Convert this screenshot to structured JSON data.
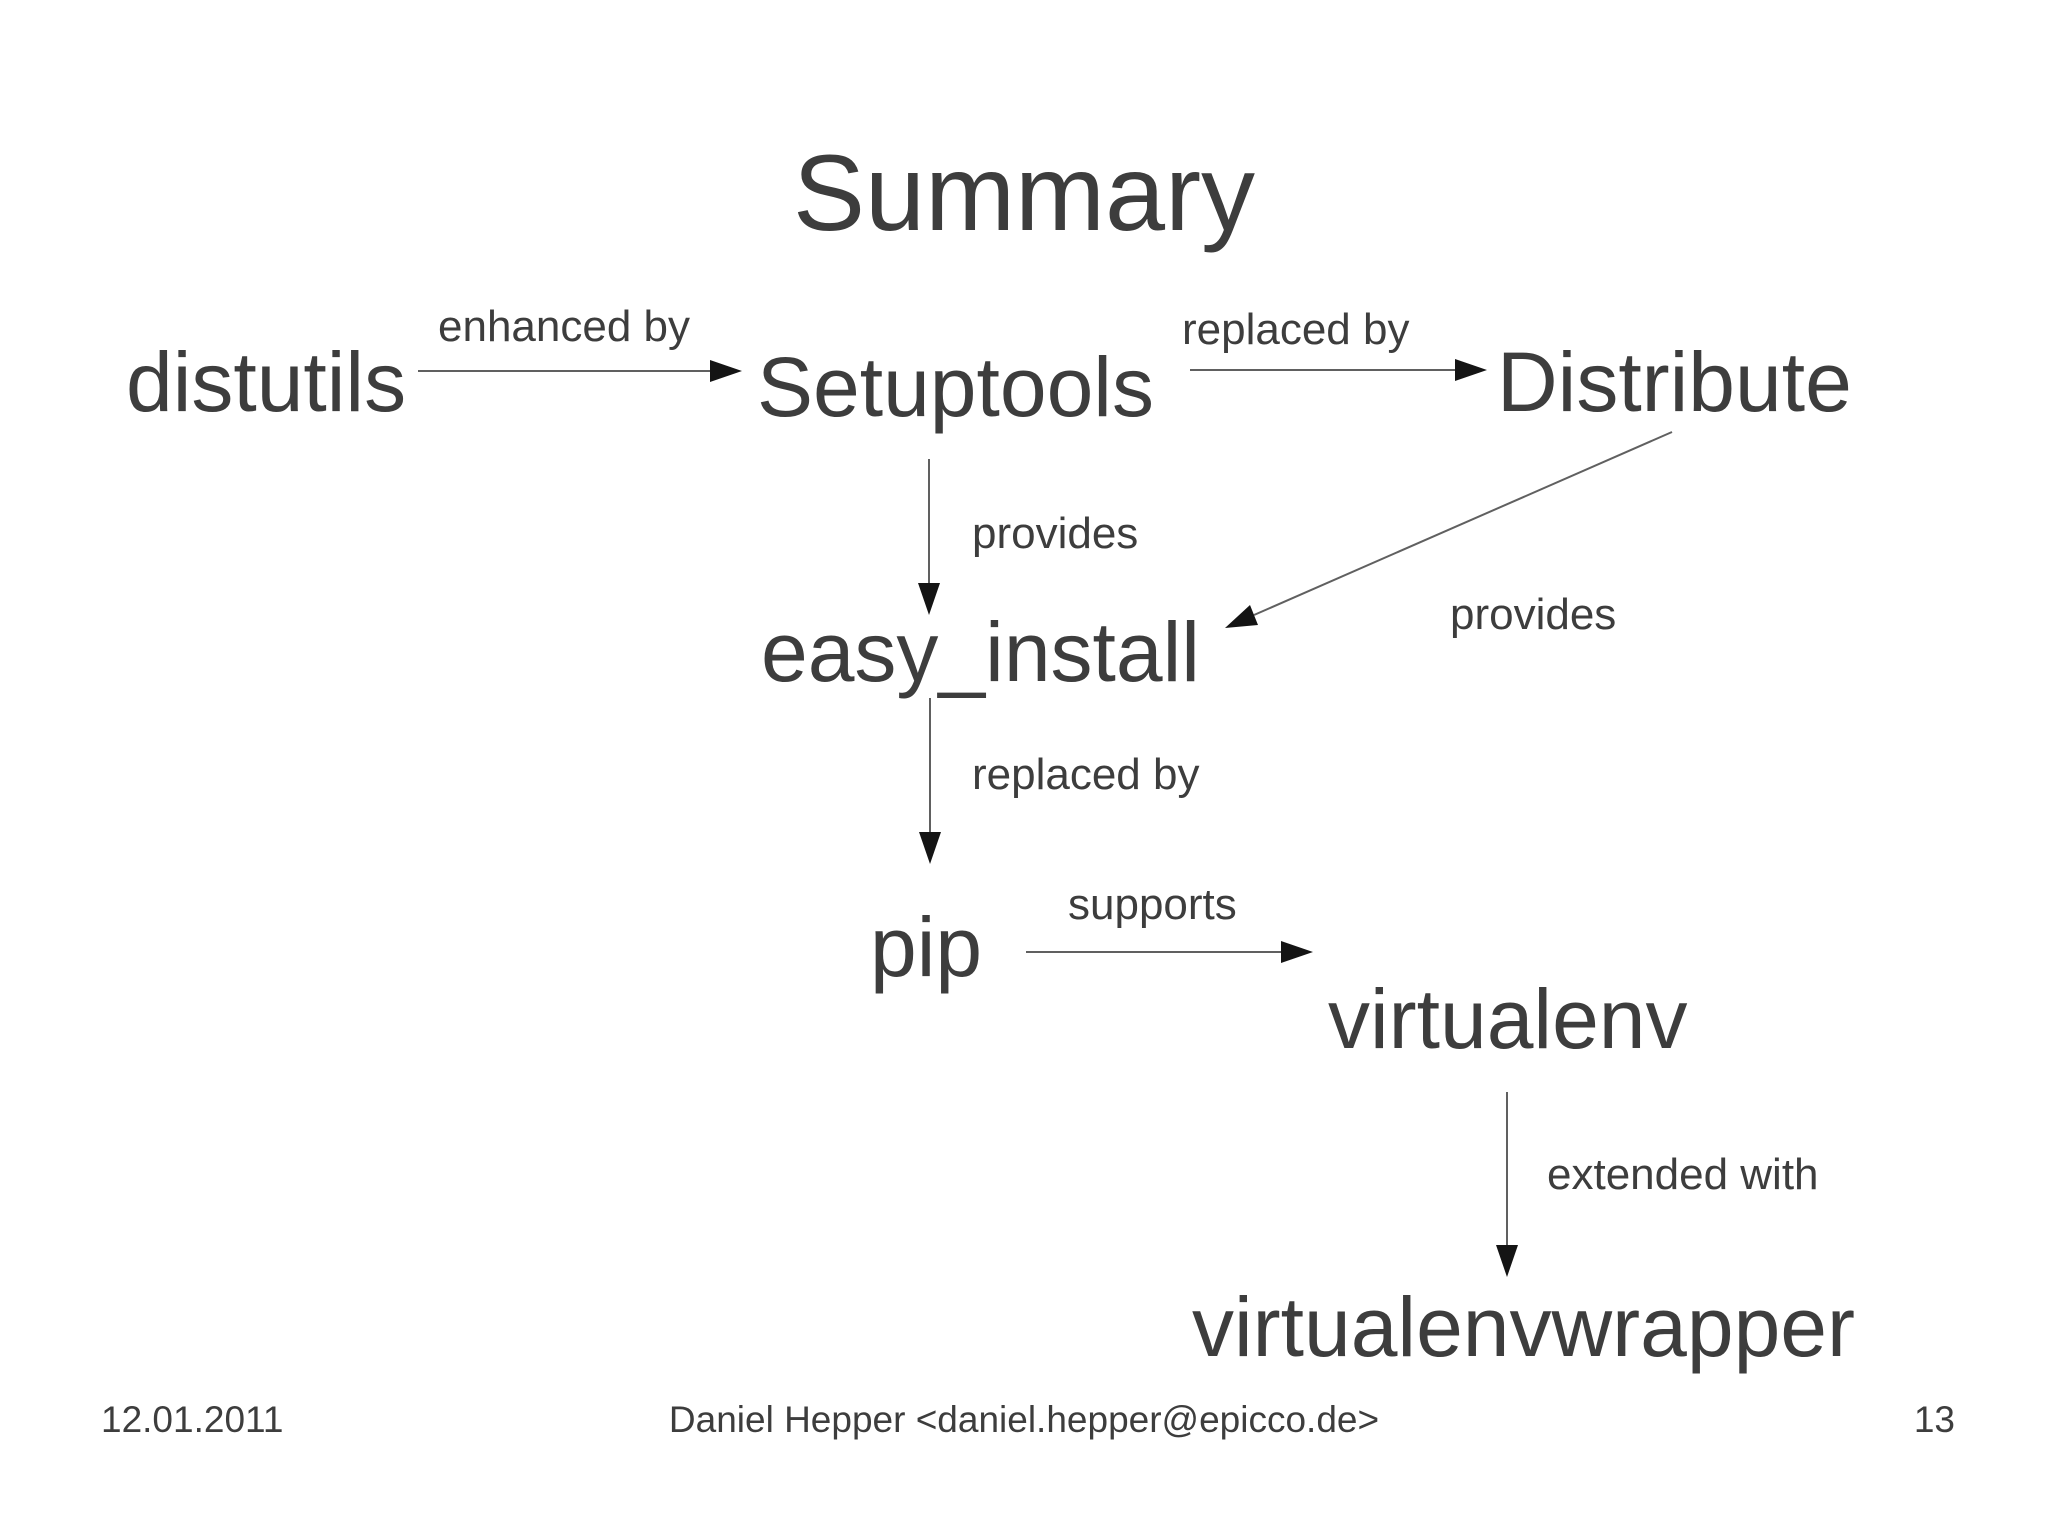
{
  "slide": {
    "title": "Summary",
    "footer": {
      "date": "12.01.2011",
      "author": "Daniel Hepper <daniel.hepper@epicco.de>",
      "page_number": "13"
    }
  },
  "diagram": {
    "nodes": [
      {
        "id": "distutils",
        "label": "distutils"
      },
      {
        "id": "setuptools",
        "label": "Setuptools"
      },
      {
        "id": "distribute",
        "label": "Distribute"
      },
      {
        "id": "easy_install",
        "label": "easy_install"
      },
      {
        "id": "pip",
        "label": "pip"
      },
      {
        "id": "virtualenv",
        "label": "virtualenv"
      },
      {
        "id": "virtualenvwrapper",
        "label": "virtualenvwrapper"
      }
    ],
    "edges": [
      {
        "from": "distutils",
        "to": "setuptools",
        "label": "enhanced by"
      },
      {
        "from": "setuptools",
        "to": "distribute",
        "label": "replaced by"
      },
      {
        "from": "setuptools",
        "to": "easy_install",
        "label": "provides"
      },
      {
        "from": "distribute",
        "to": "easy_install",
        "label": "provides"
      },
      {
        "from": "easy_install",
        "to": "pip",
        "label": "replaced by"
      },
      {
        "from": "pip",
        "to": "virtualenv",
        "label": "supports"
      },
      {
        "from": "virtualenv",
        "to": "virtualenvwrapper",
        "label": "extended with"
      }
    ],
    "colors": {
      "text": "#3d3d3d",
      "line": "#606060",
      "arrowhead": "#141414",
      "background": "#ffffff"
    }
  }
}
